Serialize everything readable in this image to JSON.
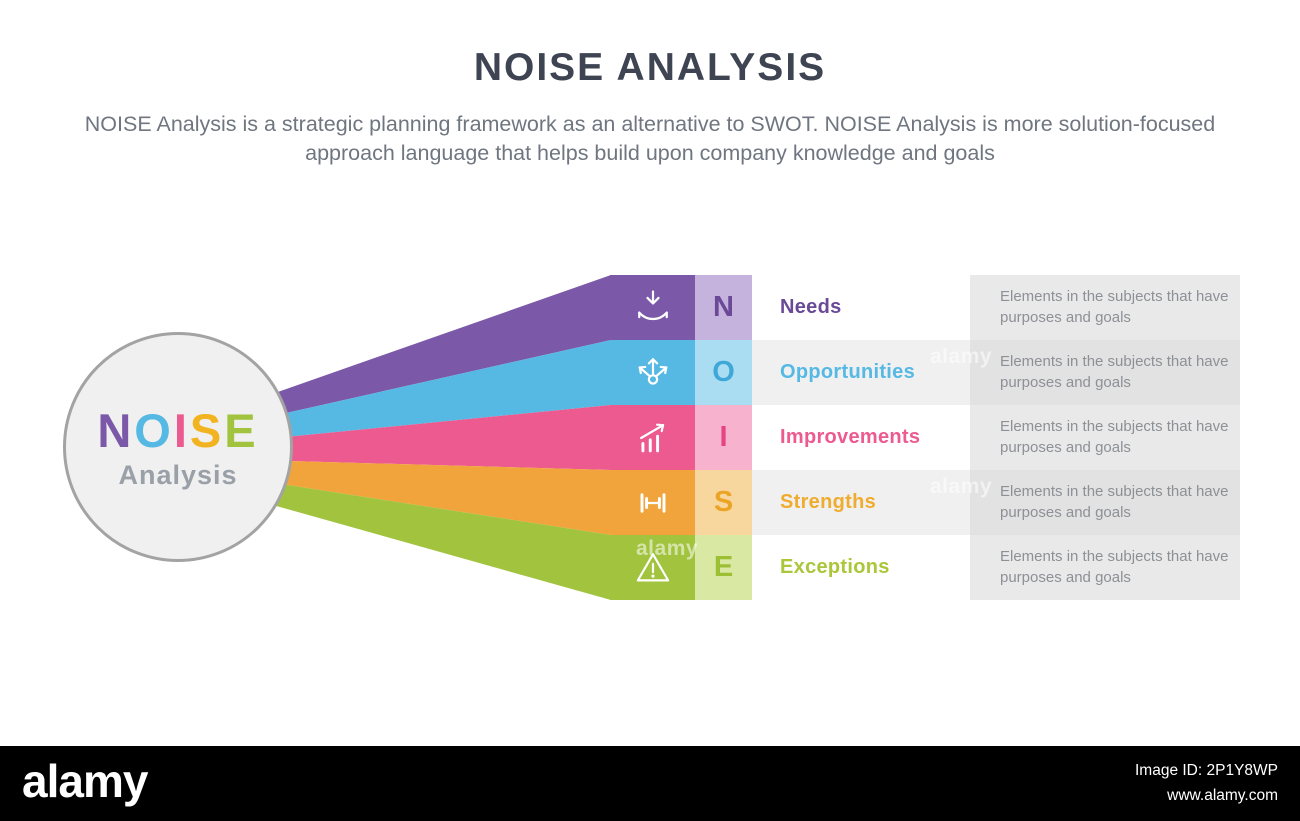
{
  "header": {
    "title": "NOISE ANALYSIS",
    "description": "NOISE Analysis is a strategic planning framework as an alternative to SWOT. NOISE Analysis is more solution-focused approach language that helps build upon company knowledge and goals"
  },
  "circle": {
    "letters": [
      {
        "char": "N",
        "color": "#7b58a8"
      },
      {
        "char": "O",
        "color": "#56b9e4"
      },
      {
        "char": "I",
        "color": "#ec5a90"
      },
      {
        "char": "S",
        "color": "#f2b320"
      },
      {
        "char": "E",
        "color": "#a2c33e"
      }
    ],
    "subtitle": "Analysis"
  },
  "rows": [
    {
      "letter": "N",
      "label": "Needs",
      "description": "Elements in the subjects that have purposes and goals",
      "icon": "hand-receive-icon",
      "color": "#7b58a8",
      "tint": "#c5b3dd"
    },
    {
      "letter": "O",
      "label": "Opportunities",
      "description": "Elements in the subjects that have purposes and goals",
      "icon": "spread-arrows-icon",
      "color": "#56b9e4",
      "tint": "#aadcf2"
    },
    {
      "letter": "I",
      "label": "Improvements",
      "description": "Elements in the subjects that have purposes and goals",
      "icon": "growth-chart-icon",
      "color": "#ec5a90",
      "tint": "#f7b3cd"
    },
    {
      "letter": "S",
      "label": "Strengths",
      "description": "Elements in the subjects that have purposes and goals",
      "icon": "dumbbell-icon",
      "color": "#f0a43b",
      "tint": "#f8d79e"
    },
    {
      "letter": "E",
      "label": "Exceptions",
      "description": "Elements in the subjects that have purposes and goals",
      "icon": "warning-icon",
      "color": "#a2c33e",
      "tint": "#d9e8a2"
    }
  ],
  "footer": {
    "brand": "alamy",
    "image_id": "Image ID: 2P1Y8WP",
    "url": "www.alamy.com"
  },
  "watermark_text": "alamy"
}
